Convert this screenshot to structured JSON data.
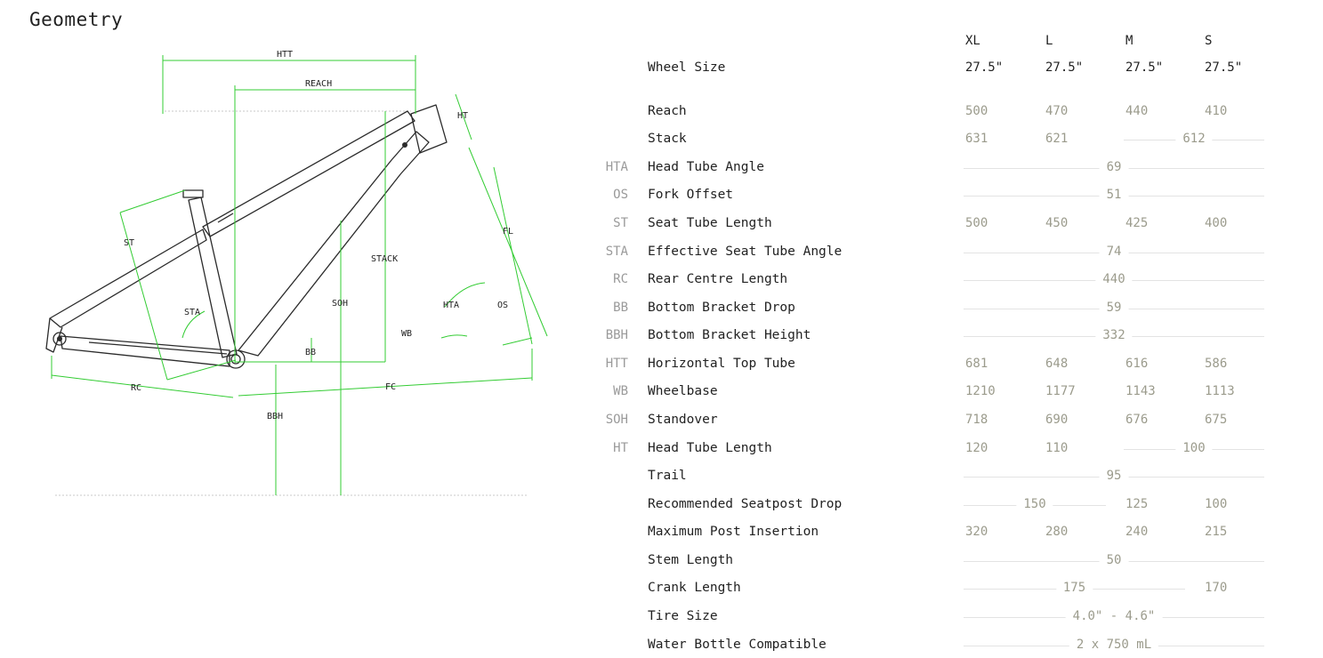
{
  "title": "Geometry",
  "diagram_labels": {
    "htt": "HTT",
    "reach": "REACH",
    "ht": "HT",
    "st": "ST",
    "fl": "FL",
    "stack": "STACK",
    "soh": "SOH",
    "sta": "STA",
    "hta": "HTA",
    "os": "OS",
    "wb": "WB",
    "bb": "BB",
    "rc": "RC",
    "fc": "FC",
    "bbh": "BBH"
  },
  "sizes": [
    "XL",
    "L",
    "M",
    "S"
  ],
  "rows": [
    {
      "abbr": "",
      "label": "Wheel Size",
      "dark": true,
      "cells": [
        {
          "text": "27.5\""
        },
        {
          "text": "27.5\""
        },
        {
          "text": "27.5\""
        },
        {
          "text": "27.5\""
        }
      ]
    },
    {
      "abbr": "",
      "label": "Reach",
      "cells": [
        {
          "text": "500"
        },
        {
          "text": "470"
        },
        {
          "text": "440"
        },
        {
          "text": "410"
        }
      ]
    },
    {
      "abbr": "",
      "label": "Stack",
      "cells": [
        {
          "text": "631"
        },
        {
          "text": "621"
        },
        {
          "text": "612",
          "span": 2
        }
      ]
    },
    {
      "abbr": "HTA",
      "label": "Head Tube Angle",
      "cells": [
        {
          "text": "69",
          "span": 4
        }
      ]
    },
    {
      "abbr": "OS",
      "label": "Fork Offset",
      "cells": [
        {
          "text": "51",
          "span": 4
        }
      ]
    },
    {
      "abbr": "ST",
      "label": "Seat Tube Length",
      "cells": [
        {
          "text": "500"
        },
        {
          "text": "450"
        },
        {
          "text": "425"
        },
        {
          "text": "400"
        }
      ]
    },
    {
      "abbr": "STA",
      "label": "Effective Seat Tube Angle",
      "cells": [
        {
          "text": "74",
          "span": 4
        }
      ]
    },
    {
      "abbr": "RC",
      "label": "Rear Centre Length",
      "cells": [
        {
          "text": "440",
          "span": 4
        }
      ]
    },
    {
      "abbr": "BB",
      "label": "Bottom Bracket Drop",
      "cells": [
        {
          "text": "59",
          "span": 4
        }
      ]
    },
    {
      "abbr": "BBH",
      "label": "Bottom Bracket Height",
      "cells": [
        {
          "text": "332",
          "span": 4
        }
      ]
    },
    {
      "abbr": "HTT",
      "label": "Horizontal Top Tube",
      "cells": [
        {
          "text": "681"
        },
        {
          "text": "648"
        },
        {
          "text": "616"
        },
        {
          "text": "586"
        }
      ]
    },
    {
      "abbr": "WB",
      "label": "Wheelbase",
      "cells": [
        {
          "text": "1210"
        },
        {
          "text": "1177"
        },
        {
          "text": "1143"
        },
        {
          "text": "1113"
        }
      ]
    },
    {
      "abbr": "SOH",
      "label": "Standover",
      "cells": [
        {
          "text": "718"
        },
        {
          "text": "690"
        },
        {
          "text": "676"
        },
        {
          "text": "675"
        }
      ]
    },
    {
      "abbr": "HT",
      "label": "Head Tube Length",
      "cells": [
        {
          "text": "120"
        },
        {
          "text": "110"
        },
        {
          "text": "100",
          "span": 2
        }
      ]
    },
    {
      "abbr": "",
      "label": "Trail",
      "cells": [
        {
          "text": "95",
          "span": 4
        }
      ]
    },
    {
      "abbr": "",
      "label": "Recommended Seatpost Drop",
      "cells": [
        {
          "text": "150",
          "span": 2
        },
        {
          "text": "125"
        },
        {
          "text": "100"
        }
      ]
    },
    {
      "abbr": "",
      "label": "Maximum Post Insertion",
      "cells": [
        {
          "text": "320"
        },
        {
          "text": "280"
        },
        {
          "text": "240"
        },
        {
          "text": "215"
        }
      ]
    },
    {
      "abbr": "",
      "label": "Stem Length",
      "cells": [
        {
          "text": "50",
          "span": 4
        }
      ]
    },
    {
      "abbr": "",
      "label": "Crank Length",
      "cells": [
        {
          "text": "175",
          "span": 3
        },
        {
          "text": "170"
        }
      ]
    },
    {
      "abbr": "",
      "label": "Tire Size",
      "cells": [
        {
          "text": "4.0\" - 4.6\"",
          "span": 4
        }
      ]
    },
    {
      "abbr": "",
      "label": "Water Bottle Compatible",
      "cells": [
        {
          "text": "2 x 750 mL",
          "span": 4
        }
      ]
    }
  ]
}
